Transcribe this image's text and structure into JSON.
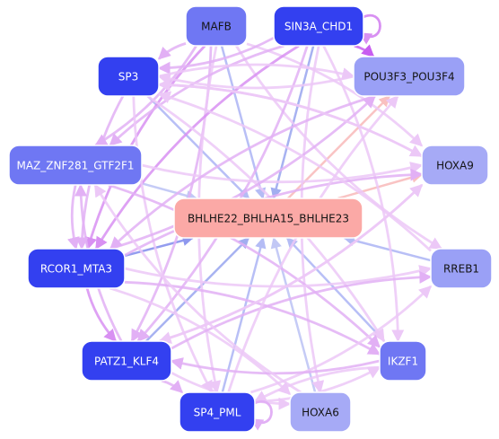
{
  "nodes": [
    {
      "id": "MAFB",
      "label": "MAFB",
      "fill": "#6f77f3",
      "text": "#141414"
    },
    {
      "id": "SIN3A_CHD1",
      "label": "SIN3A_CHD1",
      "fill": "#3340f0",
      "text": "#ffffff"
    },
    {
      "id": "SP3",
      "label": "SP3",
      "fill": "#3340f0",
      "text": "#ffffff"
    },
    {
      "id": "POU3F3_POU3F4",
      "label": "POU3F3_POU3F4",
      "fill": "#9aa0f6",
      "text": "#141414"
    },
    {
      "id": "MAZ_ZNF281_GTF2F1",
      "label": "MAZ_ZNF281_GTF2F1",
      "fill": "#6f77f3",
      "text": "#ffffff"
    },
    {
      "id": "HOXA9",
      "label": "HOXA9",
      "fill": "#a6aaf6",
      "text": "#141414"
    },
    {
      "id": "BHLHE22_BHLHA15_BHLHE23",
      "label": "BHLHE22_BHLHA15_BHLHE23",
      "fill": "#fba9a6",
      "text": "#141414"
    },
    {
      "id": "RREB1",
      "label": "RREB1",
      "fill": "#9aa0f6",
      "text": "#141414"
    },
    {
      "id": "RCOR1_MTA3",
      "label": "RCOR1_MTA3",
      "fill": "#3340f0",
      "text": "#ffffff"
    },
    {
      "id": "IKZF1",
      "label": "IKZF1",
      "fill": "#6f77f3",
      "text": "#ffffff"
    },
    {
      "id": "PATZ1_KLF4",
      "label": "PATZ1_KLF4",
      "fill": "#3340f0",
      "text": "#ffffff"
    },
    {
      "id": "SP4_PML",
      "label": "SP4_PML",
      "fill": "#3340f0",
      "text": "#ffffff"
    },
    {
      "id": "HOXA6",
      "label": "HOXA6",
      "fill": "#a6aaf6",
      "text": "#141414"
    }
  ],
  "edges": [
    {
      "from": "MAFB",
      "to": "BHLHE22_BHLHA15_BHLHE23",
      "color": "#b4bcf5"
    },
    {
      "from": "SIN3A_CHD1",
      "to": "BHLHE22_BHLHA15_BHLHE23",
      "color": "#a2aef0"
    },
    {
      "from": "SP3",
      "to": "BHLHE22_BHLHA15_BHLHE23",
      "color": "#b4bcf5"
    },
    {
      "from": "MAZ_ZNF281_GTF2F1",
      "to": "BHLHE22_BHLHA15_BHLHE23",
      "color": "#c2c8f5"
    },
    {
      "from": "RCOR1_MTA3",
      "to": "BHLHE22_BHLHA15_BHLHE23",
      "color": "#8e98ee"
    },
    {
      "from": "PATZ1_KLF4",
      "to": "BHLHE22_BHLHA15_BHLHE23",
      "color": "#a2aef0"
    },
    {
      "from": "SP4_PML",
      "to": "BHLHE22_BHLHA15_BHLHE23",
      "color": "#b4bcf5"
    },
    {
      "from": "HOXA6",
      "to": "BHLHE22_BHLHA15_BHLHE23",
      "color": "#c2c8f5"
    },
    {
      "from": "IKZF1",
      "to": "BHLHE22_BHLHA15_BHLHE23",
      "color": "#b4bcf5"
    },
    {
      "from": "RREB1",
      "to": "BHLHE22_BHLHA15_BHLHE23",
      "color": "#b4bcf5"
    },
    {
      "from": "BHLHE22_BHLHA15_BHLHE23",
      "to": "POU3F3_POU3F4",
      "color": "#f9c0c0"
    },
    {
      "from": "BHLHE22_BHLHA15_BHLHE23",
      "to": "HOXA9",
      "color": "#f9c0c0"
    },
    {
      "from": "SIN3A_CHD1",
      "to": "POU3F3_POU3F4",
      "color": "#c85ef0"
    },
    {
      "from": "MAFB",
      "to": "SP3",
      "color": "#e2b0f5"
    },
    {
      "from": "MAFB",
      "to": "MAZ_ZNF281_GTF2F1",
      "color": "#e2b0f5"
    },
    {
      "from": "MAFB",
      "to": "RCOR1_MTA3",
      "color": "#d890f2"
    },
    {
      "from": "MAFB",
      "to": "PATZ1_KLF4",
      "color": "#e2b0f5"
    },
    {
      "from": "MAFB",
      "to": "SP4_PML",
      "color": "#ecc8f7"
    },
    {
      "from": "MAFB",
      "to": "HOXA9",
      "color": "#ecc8f7"
    },
    {
      "from": "MAFB",
      "to": "RREB1",
      "color": "#ecc8f7"
    },
    {
      "from": "SIN3A_CHD1",
      "to": "SP3",
      "color": "#e2b0f5"
    },
    {
      "from": "SIN3A_CHD1",
      "to": "RCOR1_MTA3",
      "color": "#d890f2"
    },
    {
      "from": "SIN3A_CHD1",
      "to": "PATZ1_KLF4",
      "color": "#e2b0f5"
    },
    {
      "from": "SIN3A_CHD1",
      "to": "HOXA6",
      "color": "#ecc8f7"
    },
    {
      "from": "SIN3A_CHD1",
      "to": "IKZF1",
      "color": "#ecc8f7"
    },
    {
      "from": "SIN3A_CHD1",
      "to": "MAZ_ZNF281_GTF2F1",
      "color": "#e2b0f5"
    },
    {
      "from": "SP3",
      "to": "HOXA9",
      "color": "#ecc8f7"
    },
    {
      "from": "SP3",
      "to": "RCOR1_MTA3",
      "color": "#e2b0f5"
    },
    {
      "from": "SP3",
      "to": "IKZF1",
      "color": "#ecc8f7"
    },
    {
      "from": "SP3",
      "to": "SP4_PML",
      "color": "#ecc8f7"
    },
    {
      "from": "SP3",
      "to": "POU3F3_POU3F4",
      "color": "#ecc8f7"
    },
    {
      "from": "MAZ_ZNF281_GTF2F1",
      "to": "HOXA9",
      "color": "#ecc8f7"
    },
    {
      "from": "MAZ_ZNF281_GTF2F1",
      "to": "IKZF1",
      "color": "#e2b0f5"
    },
    {
      "from": "MAZ_ZNF281_GTF2F1",
      "to": "RCOR1_MTA3",
      "color": "#e2b0f5"
    },
    {
      "from": "RCOR1_MTA3",
      "to": "HOXA9",
      "color": "#e2b0f5"
    },
    {
      "from": "RCOR1_MTA3",
      "to": "RREB1",
      "color": "#ecc8f7"
    },
    {
      "from": "RCOR1_MTA3",
      "to": "IKZF1",
      "color": "#e2b0f5"
    },
    {
      "from": "RCOR1_MTA3",
      "to": "PATZ1_KLF4",
      "color": "#d890f2"
    },
    {
      "from": "RCOR1_MTA3",
      "to": "HOXA6",
      "color": "#ecc8f7"
    },
    {
      "from": "RCOR1_MTA3",
      "to": "POU3F3_POU3F4",
      "color": "#e2b0f5"
    },
    {
      "from": "PATZ1_KLF4",
      "to": "RREB1",
      "color": "#e2b0f5"
    },
    {
      "from": "PATZ1_KLF4",
      "to": "HOXA9",
      "color": "#ecc8f7"
    },
    {
      "from": "PATZ1_KLF4",
      "to": "SP4_PML",
      "color": "#e2b0f5"
    },
    {
      "from": "PATZ1_KLF4",
      "to": "HOXA6",
      "color": "#ecc8f7"
    },
    {
      "from": "PATZ1_KLF4",
      "to": "MAZ_ZNF281_GTF2F1",
      "color": "#e2b0f5"
    },
    {
      "from": "SP4_PML",
      "to": "RREB1",
      "color": "#ecc8f7"
    },
    {
      "from": "SP4_PML",
      "to": "POU3F3_POU3F4",
      "color": "#ecc8f7"
    },
    {
      "from": "SP4_PML",
      "to": "IKZF1",
      "color": "#ecc8f7"
    },
    {
      "from": "IKZF1",
      "to": "PATZ1_KLF4",
      "color": "#e2b0f5"
    },
    {
      "from": "IKZF1",
      "to": "SP4_PML",
      "color": "#ecc8f7"
    },
    {
      "from": "HOXA6",
      "to": "MAZ_ZNF281_GTF2F1",
      "color": "#ecc8f7"
    },
    {
      "from": "RREB1",
      "to": "SP3",
      "color": "#ecc8f7"
    },
    {
      "from": "POU3F3_POU3F4",
      "to": "SP3",
      "color": "#ecc8f7"
    },
    {
      "from": "POU3F3_POU3F4",
      "to": "RCOR1_MTA3",
      "color": "#e2b0f5"
    },
    {
      "from": "HOXA9",
      "to": "PATZ1_KLF4",
      "color": "#ecc8f7"
    },
    {
      "from": "HOXA9",
      "to": "SP3",
      "color": "#ecc8f7"
    }
  ],
  "self_loops": [
    {
      "node": "SIN3A_CHD1",
      "color": "#d890f2"
    },
    {
      "node": "SP4_PML",
      "color": "#e2b0f5"
    }
  ]
}
